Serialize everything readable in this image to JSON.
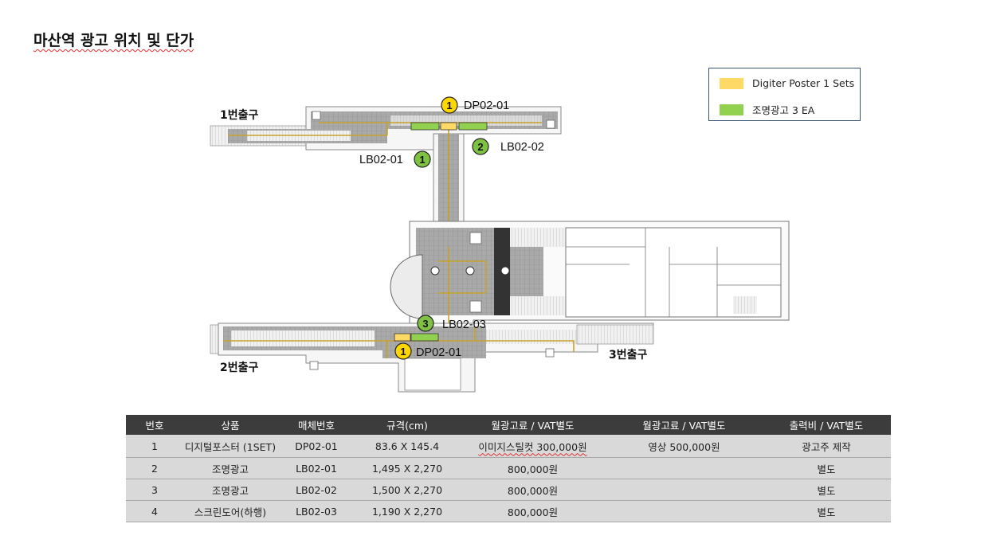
{
  "title": "마산역 광고 위치 및 단가",
  "legend": {
    "items": [
      {
        "label": "Digiter Poster 1 Sets",
        "color": "#ffd966"
      },
      {
        "label": "조명광고 3 EA",
        "color": "#92d050"
      }
    ]
  },
  "map": {
    "exits": [
      "1번출구",
      "2번출구",
      "3번출구"
    ],
    "markers": [
      {
        "num": "1",
        "code": "DP02-01",
        "color": "#ffd700"
      },
      {
        "num": "1",
        "code": "LB02-01",
        "color": "#7fc241"
      },
      {
        "num": "2",
        "code": "LB02-02",
        "color": "#7fc241"
      },
      {
        "num": "3",
        "code": "LB02-03",
        "color": "#7fc241"
      },
      {
        "num": "1",
        "code": "DP02-01",
        "color": "#ffd700"
      }
    ]
  },
  "table": {
    "headers": [
      "번호",
      "상품",
      "매체번호",
      "규격(cm)",
      "월광고료 / VAT별도",
      "월광고료 / VAT별도",
      "출력비 / VAT별도"
    ],
    "rows": [
      [
        "1",
        "디지털포스터 (1SET)",
        "DP02-01",
        "83.6 X 145.4",
        "이미지스틸컷  300,000원",
        "영상  500,000원",
        "광고주 제작"
      ],
      [
        "2",
        "조명광고",
        "LB02-01",
        "1,495  X  2,270",
        "800,000원",
        "",
        "별도"
      ],
      [
        "3",
        "조명광고",
        "LB02-02",
        "1,500  X  2,270",
        "800,000원",
        "",
        "별도"
      ],
      [
        "4",
        "스크린도어(하행)",
        "LB02-03",
        "1,190  X  2,270",
        "800,000원",
        "",
        "별도"
      ]
    ]
  }
}
